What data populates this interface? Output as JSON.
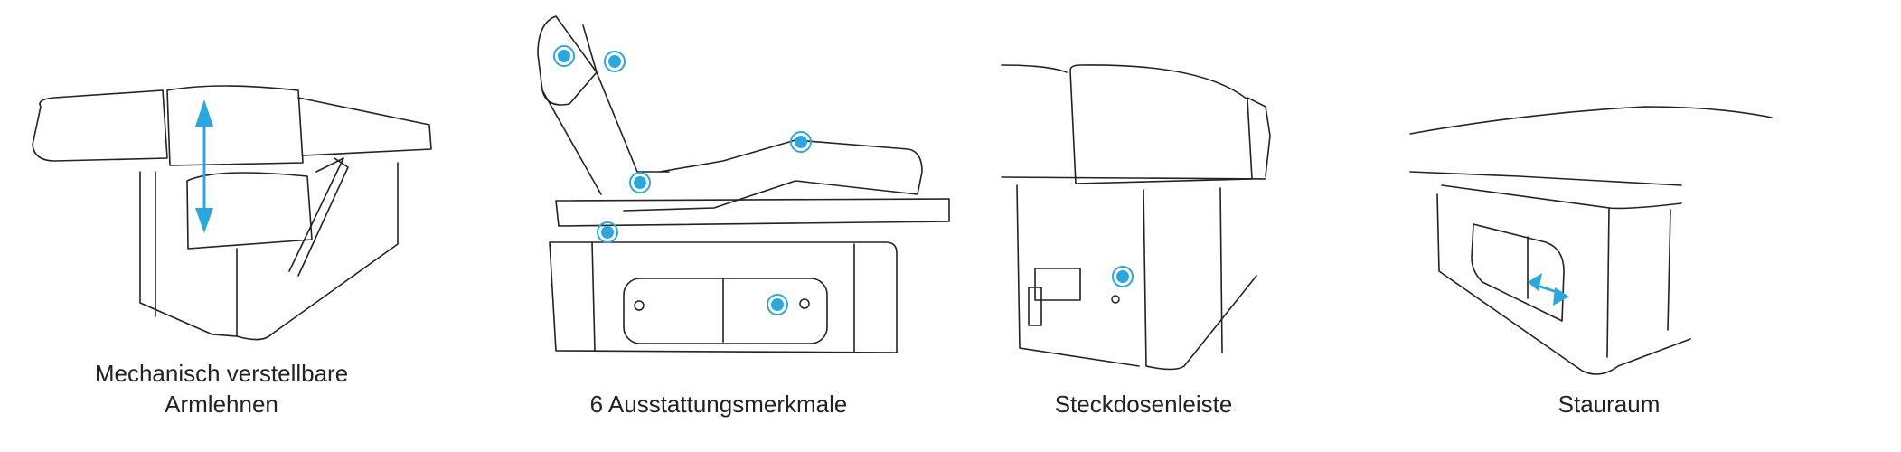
{
  "features": [
    {
      "label_line1": "Mechanisch verstellbare",
      "label_line2": "Armlehnen",
      "marker": "vertical-double-arrow"
    },
    {
      "label": "6 Ausstattungsmerkmale",
      "marker": "hotspot-dots"
    },
    {
      "label": "Steckdosenleiste",
      "marker": "hotspot-dot"
    },
    {
      "label": "Stauraum",
      "marker": "horizontal-double-arrow"
    }
  ],
  "colors": {
    "accent": "#29a8e0",
    "line": "#222222",
    "text": "#222222"
  }
}
